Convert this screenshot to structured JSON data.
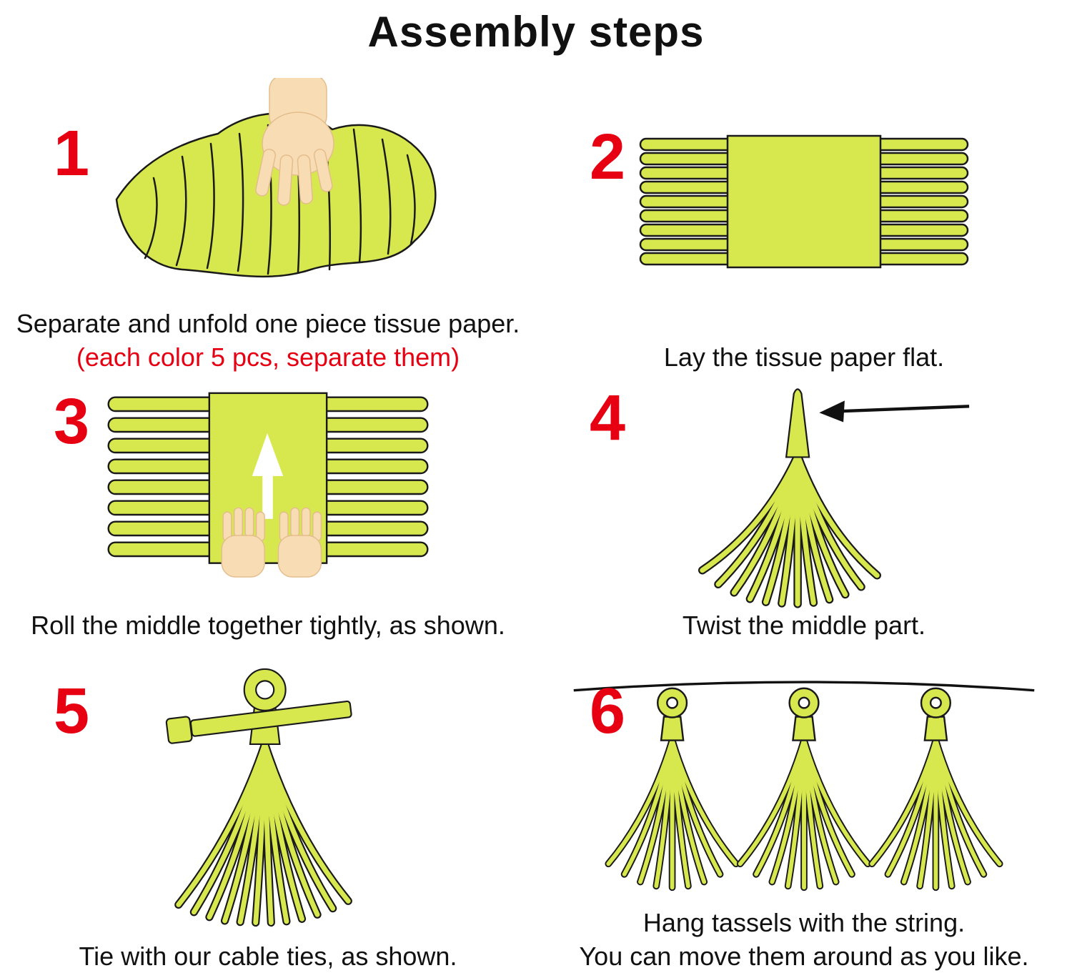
{
  "title": "Assembly steps",
  "colors": {
    "paper": "#d7e84f",
    "skin": "#f8dcb4",
    "accent_red": "#e60012",
    "ink": "#111111"
  },
  "steps": [
    {
      "number": "1",
      "caption": "Separate and unfold one piece tissue paper.",
      "note": "(each color 5 pcs, separate them)"
    },
    {
      "number": "2",
      "caption": "Lay the tissue paper flat."
    },
    {
      "number": "3",
      "caption": "Roll the middle together tightly, as shown."
    },
    {
      "number": "4",
      "caption": "Twist the middle part."
    },
    {
      "number": "5",
      "caption": "Tie with our cable ties, as shown."
    },
    {
      "number": "6",
      "caption": "Hang tassels with the string.",
      "note": "You can move them around as you like."
    }
  ]
}
